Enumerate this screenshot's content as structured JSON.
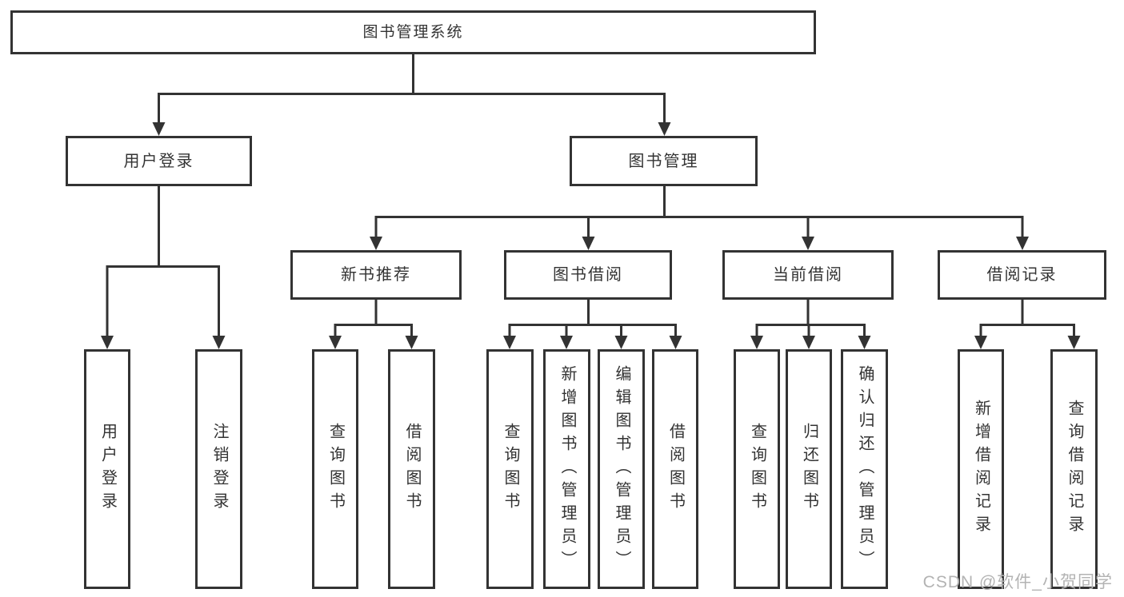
{
  "tree": {
    "root": {
      "label": "图书管理系统",
      "children": [
        {
          "label": "用户登录",
          "children": [
            {
              "label": "用户登录"
            },
            {
              "label": "注销登录"
            }
          ]
        },
        {
          "label": "图书管理",
          "children": [
            {
              "label": "新书推荐",
              "children": [
                {
                  "label": "查询图书"
                },
                {
                  "label": "借阅图书"
                }
              ]
            },
            {
              "label": "图书借阅",
              "children": [
                {
                  "label": "查询图书"
                },
                {
                  "label": "新增图书（管理员）"
                },
                {
                  "label": "编辑图书（管理员）"
                },
                {
                  "label": "借阅图书"
                }
              ]
            },
            {
              "label": "当前借阅",
              "children": [
                {
                  "label": "查询图书"
                },
                {
                  "label": "归还图书"
                },
                {
                  "label": "确认归还（管理员）"
                }
              ]
            },
            {
              "label": "借阅记录",
              "children": [
                {
                  "label": "新增借阅记录"
                },
                {
                  "label": "查询借阅记录"
                }
              ]
            }
          ]
        }
      ]
    }
  },
  "watermark": {
    "text": "CSDN @软件_小贺同学"
  },
  "colors": {
    "ink": "#333333",
    "background": "#ffffff",
    "watermark": "#b3b3b3"
  }
}
